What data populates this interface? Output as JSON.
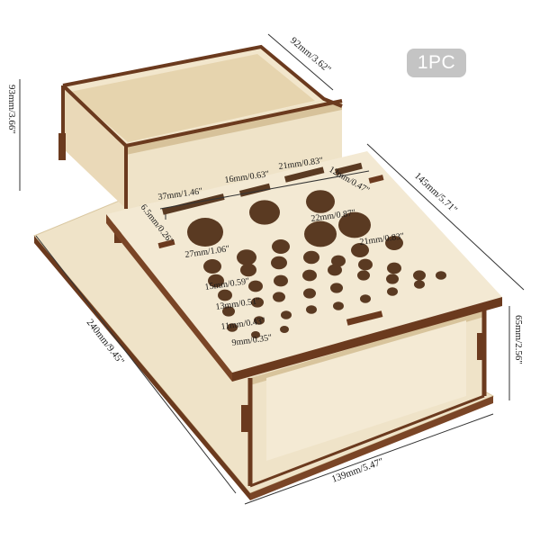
{
  "badge": {
    "quantity": "1PC"
  },
  "dimensions": {
    "top_depth": "92mm/3.62\"",
    "holder_height": "93mm/3.66\"",
    "deck_width": "145mm/5.71\"",
    "base_length": "240mm/9.45\"",
    "box_height": "65mm/2.56\"",
    "front_width": "139mm/5.47\""
  },
  "slot_labels": {
    "slot_37": "37mm/1.46\"",
    "slot_16": "16mm/0.63\"",
    "slot_21": "21mm/0.83\"",
    "slot_12": "12mm/0.47\"",
    "slot_6_5": "6.5mm/0.26\""
  },
  "hole_labels": {
    "h22": "22mm/0.87\"",
    "h27": "27mm/1.06\"",
    "h21": "21mm/0.83\"",
    "h15": "15mm/0.59\"",
    "h13": "13mm/0.51\"",
    "h11": "11mm/0.43\"",
    "h9": "9mm/0.35\""
  },
  "colors": {
    "wood": "#efe3c8",
    "wood_light": "#f6eedb",
    "wood_shade": "#e2d2b0",
    "edge": "#6b3a1e",
    "hole": "#5a3a22"
  }
}
